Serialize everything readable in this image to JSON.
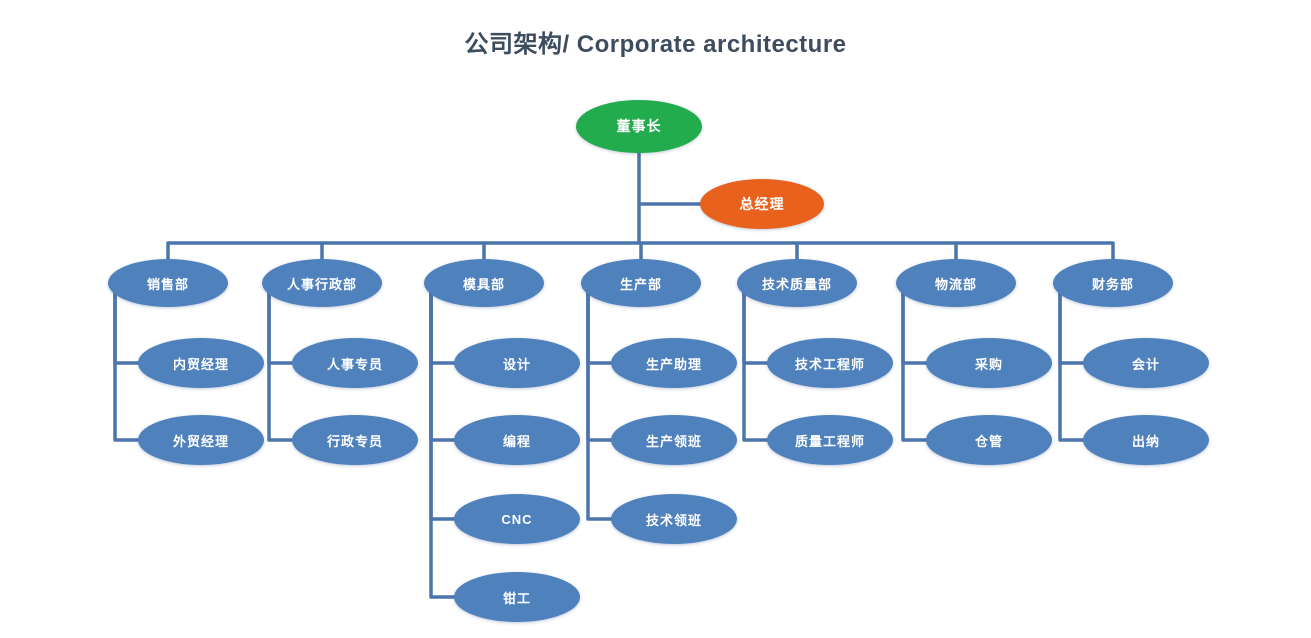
{
  "title": "公司架构/ Corporate architecture",
  "colors": {
    "title_text": "#3d4c5e",
    "chairman_fill": "#22ac4e",
    "general_manager_fill": "#e8611d",
    "node_fill": "#4f81bd",
    "node_text": "#ffffff",
    "connector": "#4b75ab"
  },
  "org": {
    "root": {
      "id": "chairman",
      "label": "董事长"
    },
    "assistant": {
      "id": "general-manager",
      "label": "总经理"
    },
    "departments": [
      {
        "id": "dept-sales",
        "label": "销售部",
        "children": [
          {
            "id": "role-domestic-trade-manager",
            "label": "内贸经理"
          },
          {
            "id": "role-foreign-trade-manager",
            "label": "外贸经理"
          }
        ]
      },
      {
        "id": "dept-hr-admin",
        "label": "人事行政部",
        "children": [
          {
            "id": "role-hr-specialist",
            "label": "人事专员"
          },
          {
            "id": "role-admin-specialist",
            "label": "行政专员"
          }
        ]
      },
      {
        "id": "dept-mold",
        "label": "模具部",
        "children": [
          {
            "id": "role-design",
            "label": "设计"
          },
          {
            "id": "role-programming",
            "label": "编程"
          },
          {
            "id": "role-cnc",
            "label": "CNC"
          },
          {
            "id": "role-fitter",
            "label": "钳工"
          }
        ]
      },
      {
        "id": "dept-production",
        "label": "生产部",
        "children": [
          {
            "id": "role-production-assistant",
            "label": "生产助理"
          },
          {
            "id": "role-production-foreman",
            "label": "生产领班"
          },
          {
            "id": "role-technical-foreman",
            "label": "技术领班"
          }
        ]
      },
      {
        "id": "dept-tech-quality",
        "label": "技术质量部",
        "children": [
          {
            "id": "role-technical-engineer",
            "label": "技术工程师"
          },
          {
            "id": "role-quality-engineer",
            "label": "质量工程师"
          }
        ]
      },
      {
        "id": "dept-logistics",
        "label": "物流部",
        "children": [
          {
            "id": "role-purchasing",
            "label": "采购"
          },
          {
            "id": "role-warehouse-keeper",
            "label": "仓管"
          }
        ]
      },
      {
        "id": "dept-finance",
        "label": "财务部",
        "children": [
          {
            "id": "role-accountant",
            "label": "会计"
          },
          {
            "id": "role-cashier",
            "label": "出纳"
          }
        ]
      }
    ]
  }
}
